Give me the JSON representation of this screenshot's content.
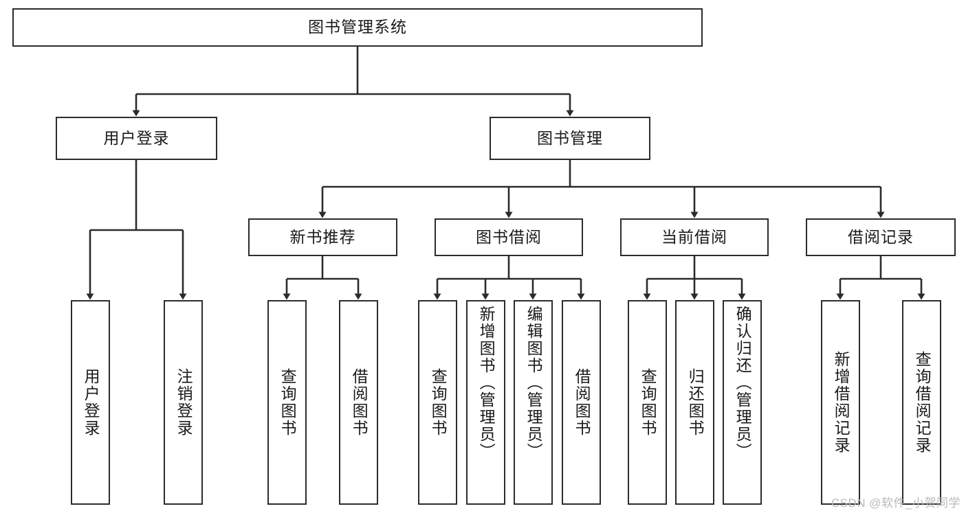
{
  "diagram": {
    "type": "tree",
    "title": "图书管理系统",
    "watermark": "CSDN @软件_小贺同学",
    "root": {
      "label": "图书管理系统"
    },
    "level2": [
      {
        "label": "用户登录"
      },
      {
        "label": "图书管理"
      }
    ],
    "level3": [
      {
        "label": "新书推荐"
      },
      {
        "label": "图书借阅"
      },
      {
        "label": "当前借阅"
      },
      {
        "label": "借阅记录"
      }
    ],
    "leaves": {
      "user_login": [
        {
          "label": "用户登录"
        },
        {
          "label": "注销登录"
        }
      ],
      "new_book": [
        {
          "label": "查询图书"
        },
        {
          "label": "借阅图书"
        }
      ],
      "book_borrow": [
        {
          "label": "查询图书"
        },
        {
          "label": "新增图书（管理员）"
        },
        {
          "label": "编辑图书（管理员）"
        },
        {
          "label": "借阅图书"
        }
      ],
      "current_borrow": [
        {
          "label": "查询图书"
        },
        {
          "label": "归还图书"
        },
        {
          "label": "确认归还（管理员）"
        }
      ],
      "borrow_record": [
        {
          "label": "新增借阅记录"
        },
        {
          "label": "查询借阅记录"
        }
      ]
    },
    "colors": {
      "stroke": "#2b2b2b",
      "background": "#ffffff",
      "text": "#1a1a1a",
      "watermark": "#b9b9b9"
    }
  }
}
